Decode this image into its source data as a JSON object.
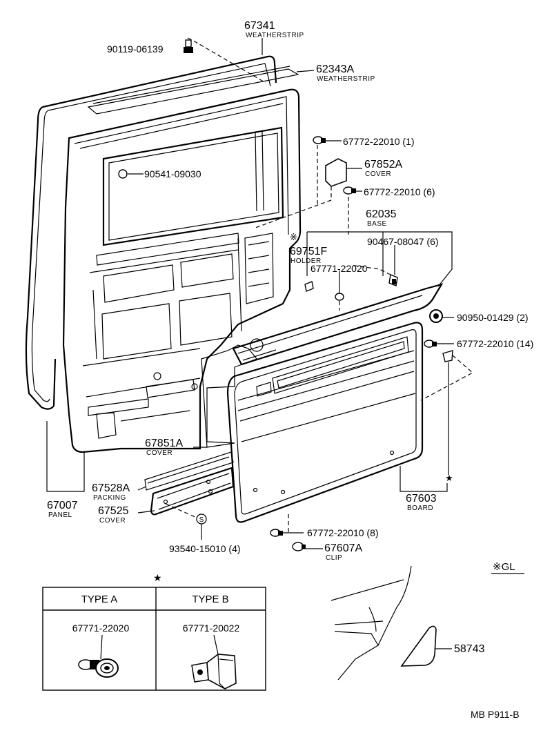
{
  "parts": {
    "p67341": {
      "number": "67341",
      "name": "WEATHERSTRIP"
    },
    "p90119": {
      "number": "90119-06139"
    },
    "p62343a": {
      "number": "62343A",
      "name": "WEATHERSTRIP"
    },
    "p67772_1": {
      "number": "67772-22010 (1)"
    },
    "p90541": {
      "number": "90541-09030"
    },
    "p67852a": {
      "number": "67852A",
      "name": "COVER"
    },
    "p67772_6": {
      "number": "67772-22010 (6)"
    },
    "p62035": {
      "number": "62035",
      "name": "BASE"
    },
    "p69751f": {
      "mark": "※",
      "number": "69751F",
      "name": "HOLDER"
    },
    "p90467": {
      "number": "90467-08047 (6)"
    },
    "p67771": {
      "number": "67771-22020"
    },
    "p90950": {
      "number": "90950-01429 (2)"
    },
    "p67772_14": {
      "number": "67772-22010 (14)"
    },
    "p67851a": {
      "number": "67851A",
      "name": "COVER"
    },
    "p67528a": {
      "number": "67528A",
      "name": "PACKING"
    },
    "p67525": {
      "number": "67525",
      "name": "COVER"
    },
    "p67007": {
      "number": "67007",
      "name": "PANEL"
    },
    "p67603": {
      "number": "67603",
      "name": "BOARD"
    },
    "p93540": {
      "number": "93540-15010 (4)"
    },
    "p67772_8": {
      "number": "67772-22010 (8)"
    },
    "p67607a": {
      "number": "67607A",
      "name": "CLIP"
    },
    "p58743": {
      "number": "58743"
    }
  },
  "markers": {
    "star": "★",
    "s_circle": "S"
  },
  "gl_note": "※GL",
  "types_table": {
    "star": "★",
    "type_a": {
      "header": "TYPE A",
      "part": "67771-22020"
    },
    "type_b": {
      "header": "TYPE B",
      "part": "67771-20022"
    }
  },
  "figure_id": "MB P911-B"
}
